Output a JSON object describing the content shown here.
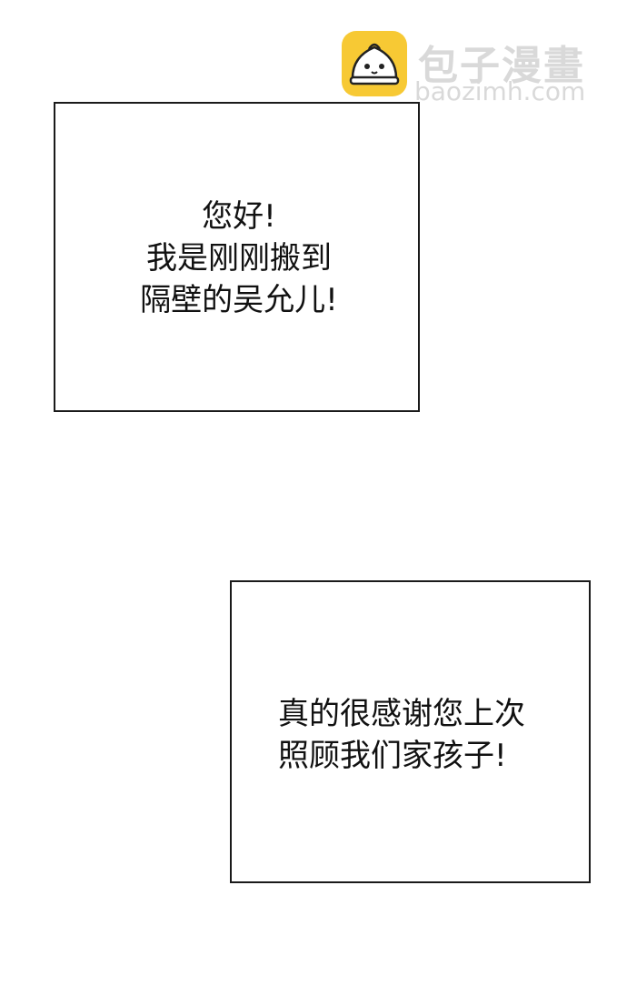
{
  "watermark": {
    "title": "包子漫畫",
    "url": "baozimh.com",
    "logo_icon": "bun-mascot-icon",
    "logo_color": "#f7c934"
  },
  "panels": [
    {
      "lines": [
        "您好!",
        "我是刚刚搬到",
        "隔壁的吴允儿!"
      ]
    },
    {
      "lines": [
        "真的很感谢您上次",
        "照顾我们家孩子!"
      ]
    }
  ]
}
